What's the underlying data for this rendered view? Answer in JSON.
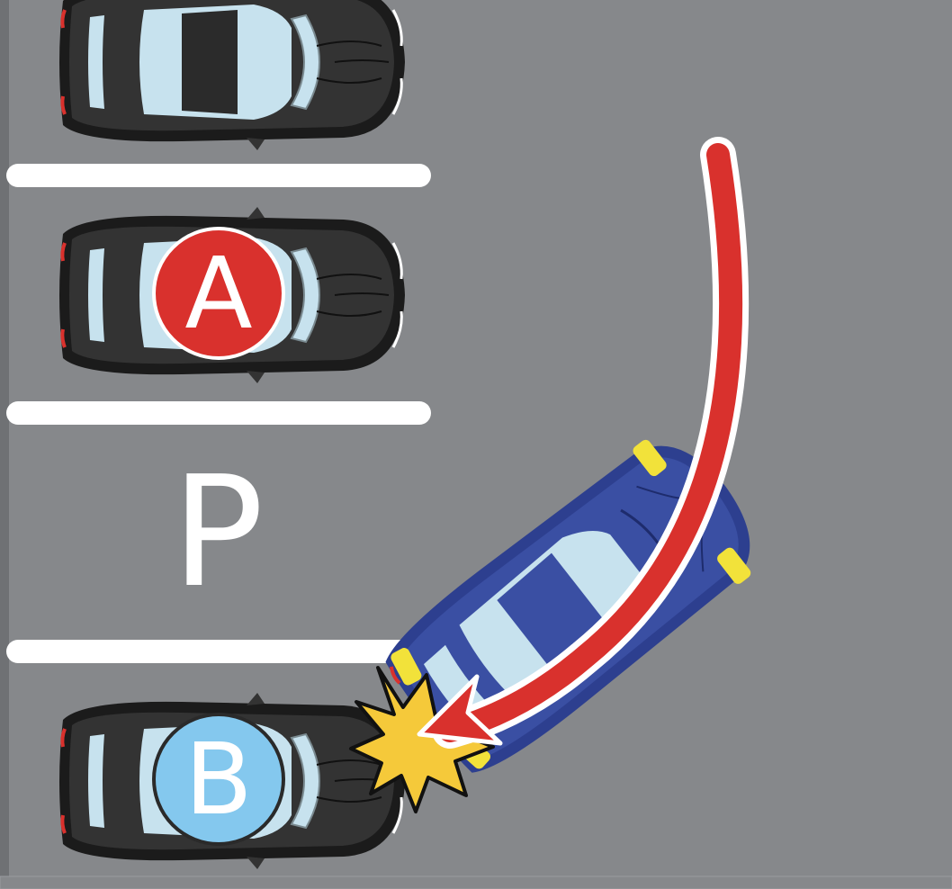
{
  "scene": {
    "parking_sign": "P",
    "car_a": {
      "label": "A",
      "badge_color": "#d9312d"
    },
    "car_b": {
      "label": "B",
      "badge_color": "#84c8ee"
    },
    "colors": {
      "asphalt": "#86888b",
      "lane_line": "#ffffff",
      "parked_car": "#2a2a2a",
      "moving_car": "#3a4fa3",
      "glass": "#c7e2ee",
      "arrow": "#d9312d",
      "impact": "#f5c93a"
    }
  }
}
